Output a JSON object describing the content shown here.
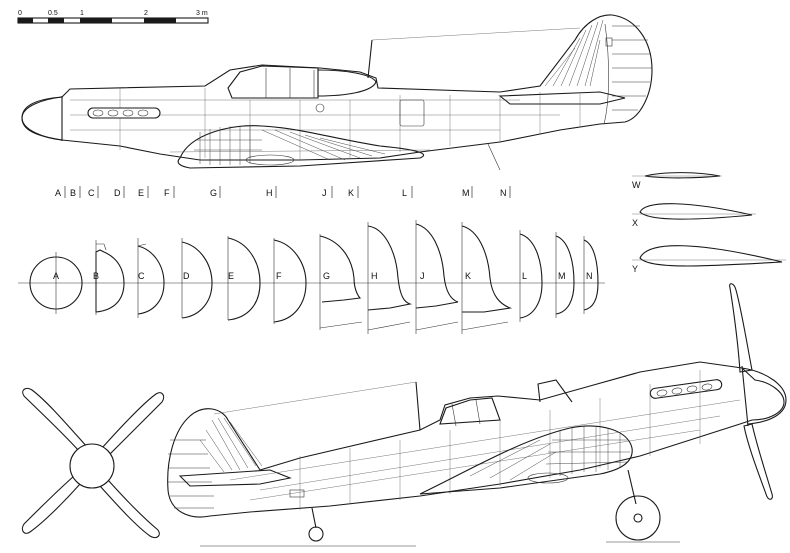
{
  "scale_bar": {
    "ticks": [
      "0",
      "0.5",
      "1",
      "2",
      "3 m"
    ]
  },
  "fuselage_stations": [
    "A",
    "B",
    "C",
    "D",
    "E",
    "F",
    "G",
    "H",
    "J",
    "K",
    "L",
    "M",
    "N"
  ],
  "cross_sections": [
    "A",
    "B",
    "C",
    "D",
    "E",
    "F",
    "G",
    "H",
    "J",
    "K",
    "L",
    "M",
    "N"
  ],
  "airfoils": [
    "W",
    "X",
    "Y"
  ],
  "colors": {
    "ink": "#1a1a1a",
    "paper": "#ffffff"
  }
}
